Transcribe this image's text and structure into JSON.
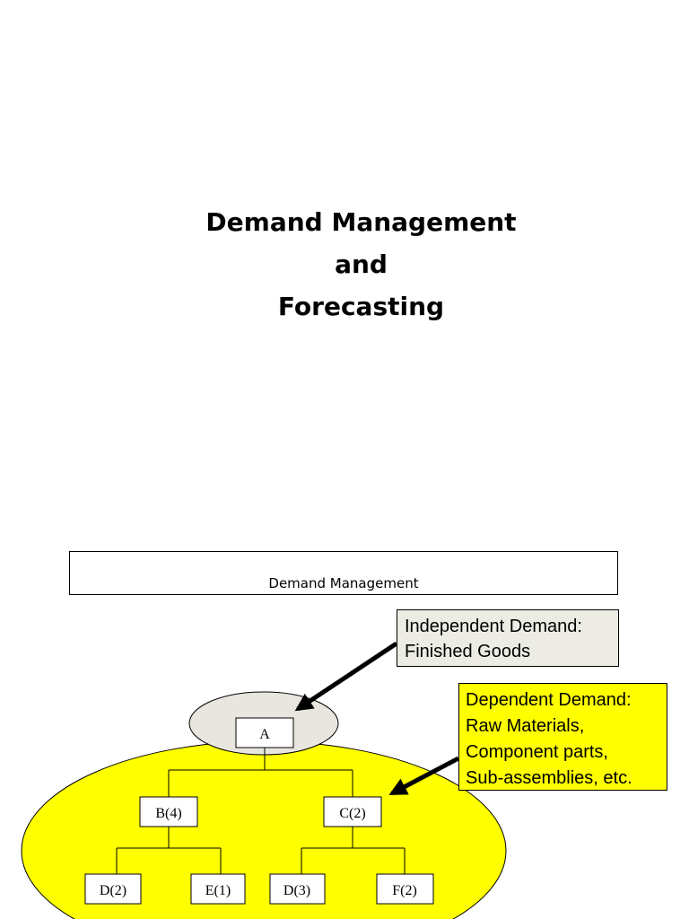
{
  "title": {
    "lines": [
      "Demand Management",
      "and",
      "Forecasting"
    ]
  },
  "section_header": {
    "label": "Demand Management"
  },
  "callouts": {
    "independent": {
      "lines": [
        "Independent Demand:",
        "Finished Goods"
      ]
    },
    "dependent": {
      "lines": [
        "Dependent Demand:",
        "Raw Materials,",
        "Component parts,",
        "Sub-assemblies, etc."
      ]
    }
  },
  "tree": {
    "root": "A",
    "level1": [
      "B(4)",
      "C(2)"
    ],
    "level2": [
      "D(2)",
      "E(1)",
      "D(3)",
      "F(2)"
    ]
  },
  "colors": {
    "independent_fill": "#ecece4",
    "dependent_fill": "#ffff00",
    "root_oval_fill": "#e8e6de"
  }
}
